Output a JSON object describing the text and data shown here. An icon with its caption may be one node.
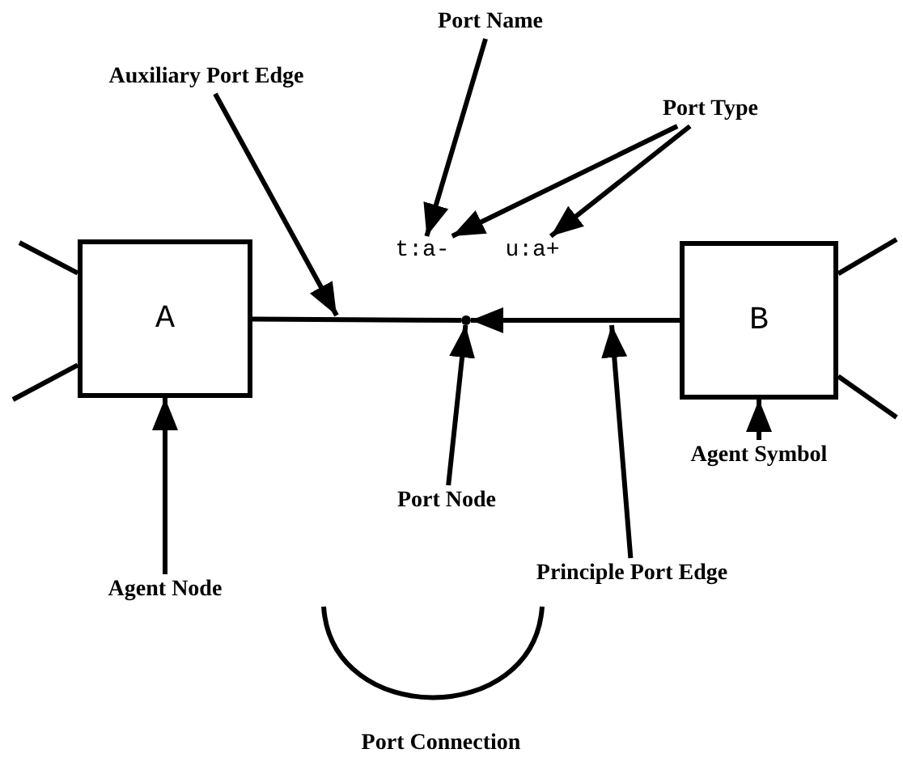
{
  "diagram": {
    "nodes": [
      {
        "text": [
          "Port Name"
        ]
      },
      {
        "text": [
          "Auxiliary Port Edge"
        ]
      },
      {
        "text": [
          "Port Type"
        ]
      },
      {
        "text": [
          "A"
        ]
      },
      {
        "text": [
          "t:a-"
        ]
      },
      {
        "text": [
          "u:a+"
        ]
      },
      {
        "text": [
          "B"
        ]
      },
      {
        "text": [],
        "shape": "circle"
      },
      {
        "text": [
          "Port Node"
        ]
      },
      {
        "text": [
          "Agent Symbol"
        ]
      },
      {
        "text": [
          "Agent Node"
        ]
      },
      {
        "text": [
          "Principle Port Edge"
        ]
      }
    ],
    "edges": [
      {
        "from": 0,
        "to": 4,
        "arrow": "to"
      },
      {
        "from": 1,
        "to": null,
        "arrow": "to"
      },
      {
        "from": 2,
        "to": 4,
        "arrow": "to"
      },
      {
        "from": 2,
        "to": 5,
        "arrow": "to"
      },
      {
        "from": null,
        "to": 3,
        "arrow": "none"
      },
      {
        "from": null,
        "to": 3,
        "arrow": "none"
      },
      {
        "from": 3,
        "to": 7,
        "arrow": "none"
      },
      {
        "from": 6,
        "to": 7,
        "arrow": "to"
      },
      {
        "from": null,
        "to": 6,
        "arrow": "none"
      },
      {
        "from": null,
        "to": 6,
        "arrow": "none"
      },
      {
        "from": 8,
        "to": 7,
        "arrow": "to"
      },
      {
        "from": 9,
        "to": 6,
        "arrow": "to"
      },
      {
        "from": 10,
        "to": 3,
        "arrow": "to"
      },
      {
        "from": 11,
        "to": null,
        "arrow": "to"
      }
    ],
    "labels": [
      "Port Connection"
    ]
  }
}
